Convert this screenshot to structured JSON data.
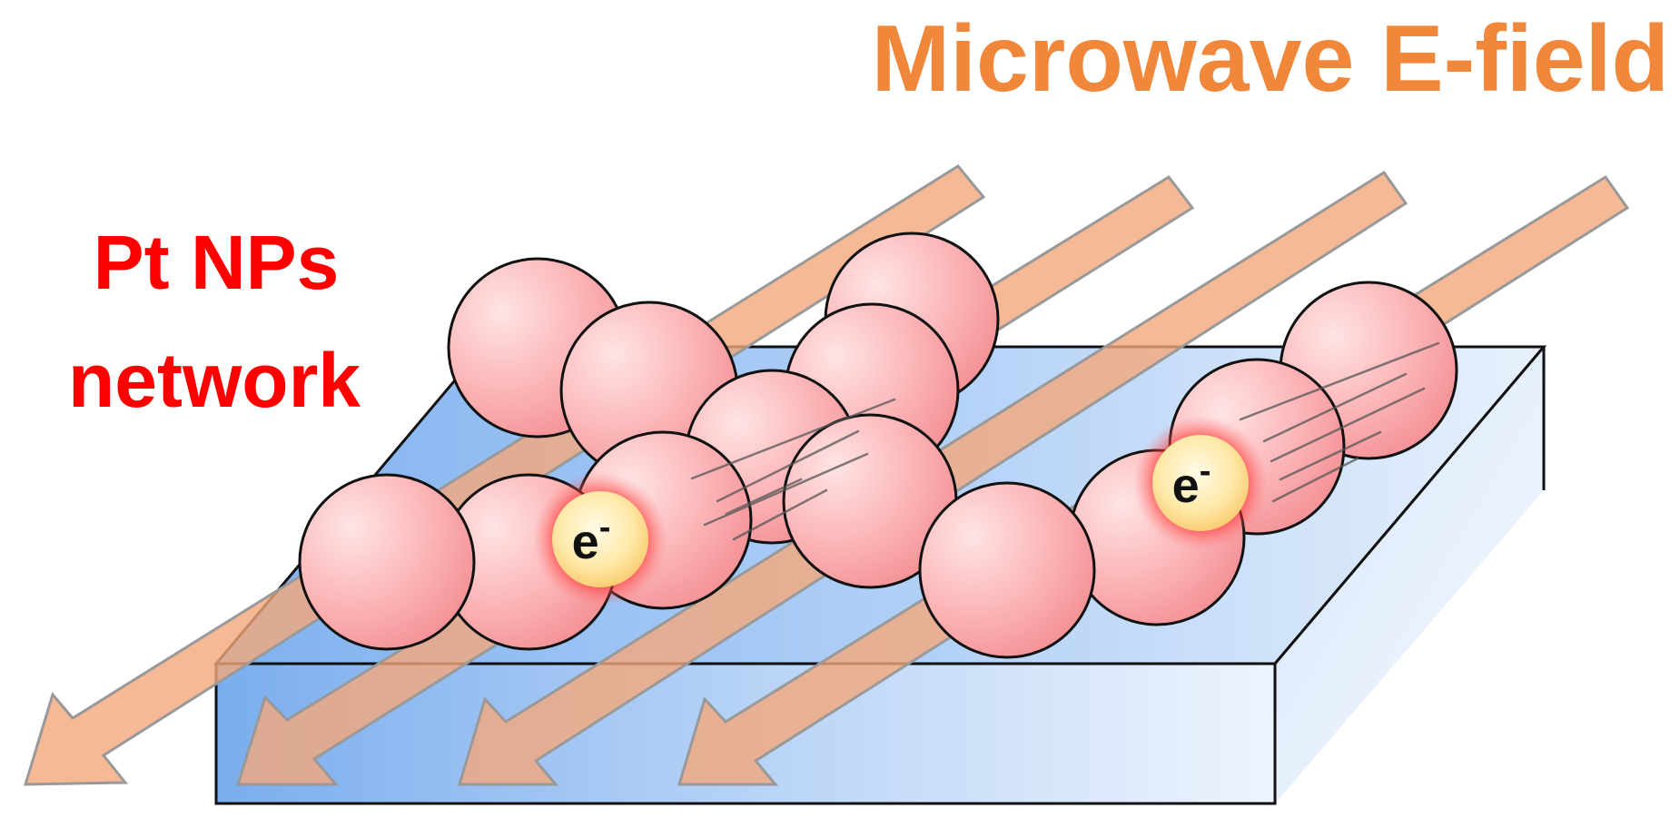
{
  "labels": {
    "microwave": "Microwave E-field",
    "pt_line1": "Pt NPs",
    "pt_line2": "network",
    "electron_base": "e",
    "electron_charge": "-"
  },
  "colors": {
    "microwave_text": "#f0873a",
    "pt_text": "#ff0000",
    "arrow_fill": "#f4a77a",
    "arrow_stroke": "#999999",
    "particle_light": "#ffd6d6",
    "particle_dark": "#f58f94",
    "particle_stroke": "#111111",
    "electron_fill": "#ffd88a",
    "electron_glow": "#ff1a1a",
    "substrate_dark": "#7fb1ef",
    "substrate_light": "#e8f1fc"
  }
}
